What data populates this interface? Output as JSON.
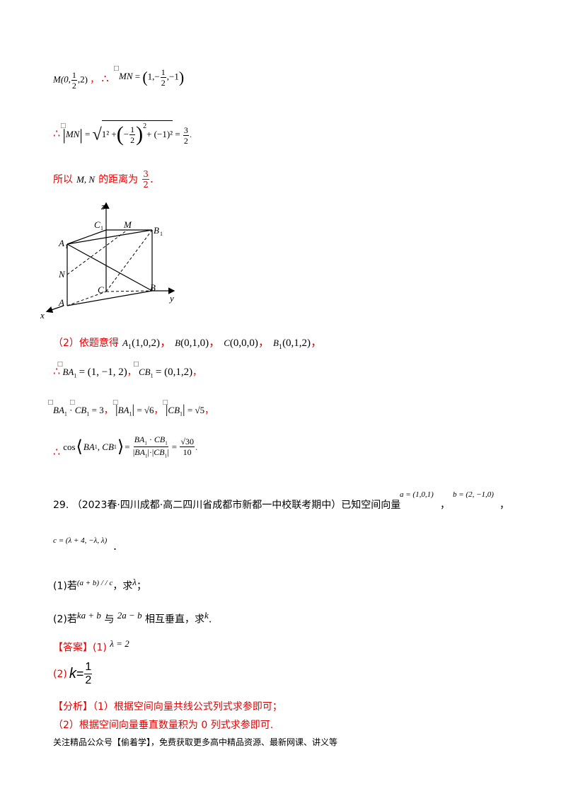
{
  "line1": {
    "m_point": "M(0,",
    "m_half_num": "1",
    "m_half_den": "2",
    "m_end": ",2)",
    "sep": "，",
    "therefore": "∴",
    "mn_vec": "MN",
    "eq": "=",
    "mn_open": "(",
    "mn_1": "1,−",
    "mn_half_num": "1",
    "mn_half_den": "2",
    "mn_end": ",−1",
    "mn_close": ")"
  },
  "line2": {
    "therefore": "∴",
    "abs_mn": "MN",
    "eq_sqrt": "= ",
    "sqrt_1": "1² + ",
    "neg": "−",
    "sq_half_num": "1",
    "sq_half_den": "2",
    "sq_exp": "2",
    "sq_last": " + (−1)²",
    "eq2": " = ",
    "res_num": "3",
    "res_den": "2",
    "period": "."
  },
  "line3": {
    "text": "所以",
    "vars": "M, N",
    "text2": "的距离为",
    "res_num": "3",
    "res_den": "2",
    "period": "."
  },
  "figure": {
    "z": "z",
    "y": "y",
    "x": "x",
    "C1": "C",
    "C1_sub": "1",
    "M": "M",
    "B1": "B",
    "B1_sub": "1",
    "A1": "A",
    "A1_sub": "1",
    "N": "N",
    "C": "C",
    "B": "B",
    "A": "A"
  },
  "part2": {
    "intro": "（2）依题意得",
    "A1": "A",
    "A1_sub": "1",
    "A1_val": "(1,0,2)",
    "B": "B",
    "B_val": "(0,1,0)",
    "C": "C",
    "C_val": "(0,0,0)",
    "B1": "B",
    "B1_sub": "1",
    "B1_val": "(0,1,2)",
    "comma": "，",
    "BA1_vec": "BA",
    "BA1_val": "= (1, −1, 2)",
    "CB1_vec": "CB",
    "CB1_val": "= (0,1,2)",
    "dot_eq": " = 3",
    "norm_BA1": " = √6",
    "norm_CB1": " = √5",
    "cos": "cos",
    "cos_res_num": "√30",
    "cos_res_den": "10",
    "therefore": "∴"
  },
  "q29": {
    "number": "29.",
    "source": "（2023春·四川成都·高二四川省成都市新都一中校联考期中）已知空间向量",
    "a_vec": "a = (1,0,1)",
    "b_vec": "b = (2, −1,0)",
    "c_vec": "c = (λ + 4, −λ, λ)",
    "sub1_pre": "(1)若",
    "sub1_cond": "(a + b) / / c",
    "sub1_post": "，求",
    "sub1_var": "λ",
    "sub1_end": "；",
    "sub2_pre": "(2)若",
    "sub2_e1": "ka + b",
    "sub2_mid": "与",
    "sub2_e2": "2a − b",
    "sub2_post": "相互垂直，求",
    "sub2_var": "k",
    "sub2_end": ".",
    "answer_label": "【答案】",
    "answer1": "(1)",
    "answer1_val": "λ = 2",
    "answer2": "(2)",
    "answer2_k": "k",
    "answer2_eq": " = ",
    "answer2_num": "1",
    "answer2_den": "2",
    "analysis_label": "【分析】",
    "analysis1": "（1）根据空间向量共线公式列式求参即可；",
    "analysis2": "（2）根据空间向量垂直数量积为 0 列式求参即可."
  },
  "footer": "关注精品公众号【偷着学】，免费获取更多高中精品资源、最新网课、讲义等"
}
